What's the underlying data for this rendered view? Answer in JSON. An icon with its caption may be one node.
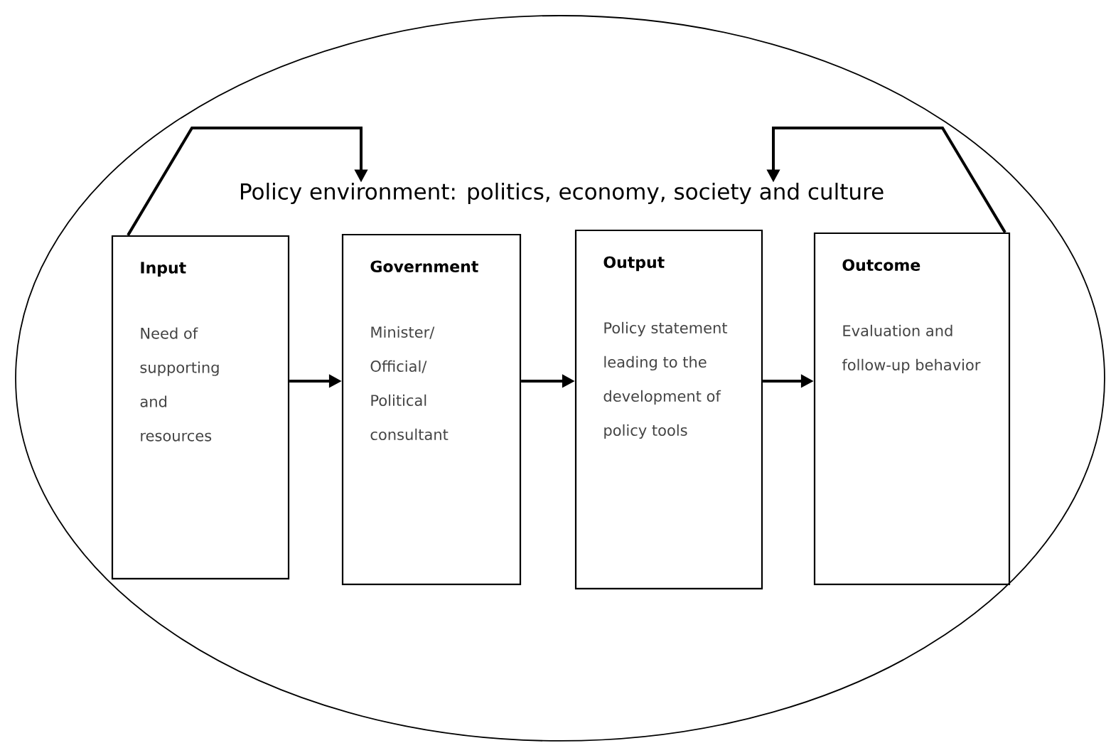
{
  "diagram": {
    "nodes": [
      {
        "text": [],
        "shape": "ellipse"
      },
      {
        "text": [
          "Policy environment: politics, economy, society and culture"
        ],
        "in": 0
      },
      {
        "text": [
          "Input",
          "Need of supporting and resources"
        ],
        "in": 0
      },
      {
        "text": [
          "Government",
          "Minister/ Official/ Political consultant"
        ],
        "in": 0
      },
      {
        "text": [
          "Output",
          "Policy statement leading to the development of policy tools"
        ],
        "in": 0
      },
      {
        "text": [
          "Outcome",
          "Evaluation and follow-up behavior"
        ],
        "in": 0
      }
    ],
    "edges": [
      {
        "from": 2,
        "to": 3,
        "arrow": "to"
      },
      {
        "from": 3,
        "to": 4,
        "arrow": "to"
      },
      {
        "from": 4,
        "to": 5,
        "arrow": "to"
      },
      {
        "from": 2,
        "to": 1,
        "arrow": "to"
      },
      {
        "from": 5,
        "to": 1,
        "arrow": "to"
      }
    ]
  }
}
